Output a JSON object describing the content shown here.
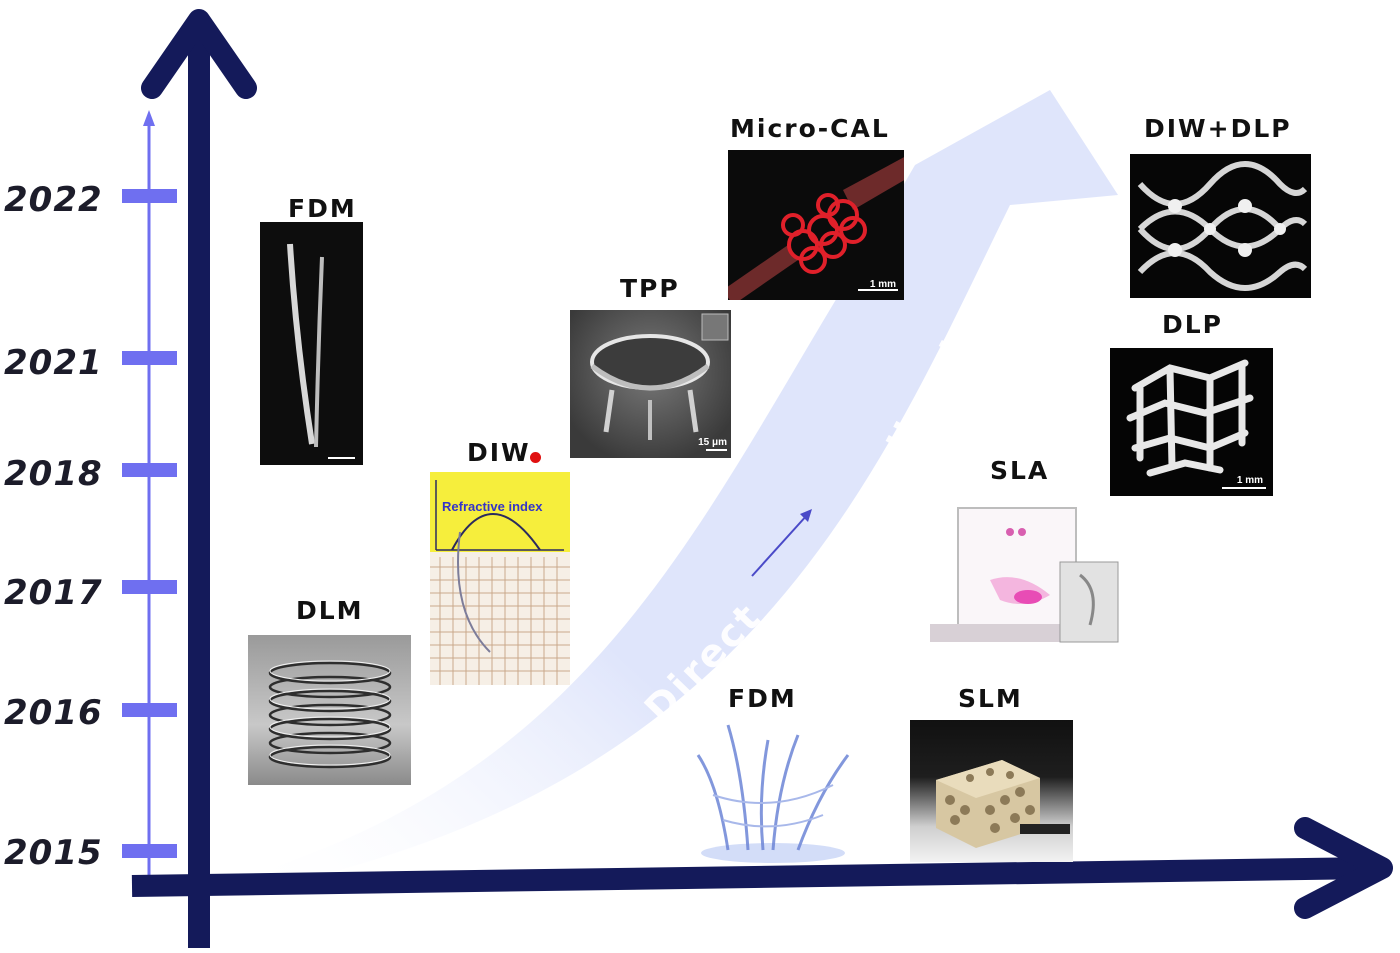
{
  "timeline": {
    "years": [
      "2022",
      "2021",
      "2018",
      "2017",
      "2016",
      "2015"
    ]
  },
  "trend": {
    "direct_label": "Direct",
    "indirect_label": "Indirect"
  },
  "techniques": {
    "fdm_top": {
      "label": "FDM"
    },
    "dlm": {
      "label": "DLM"
    },
    "diw": {
      "label": "DIW",
      "chart_caption": "Refractive index"
    },
    "tpp": {
      "label": "TPP",
      "scale": "15 μm"
    },
    "micro_cal": {
      "label": "Micro-CAL",
      "scale": "1 mm"
    },
    "fdm_bottom": {
      "label": "FDM"
    },
    "slm": {
      "label": "SLM"
    },
    "sla": {
      "label": "SLA"
    },
    "dlp": {
      "label": "DLP",
      "scale": "1 mm"
    },
    "diw_dlp": {
      "label": "DIW+DLP"
    }
  },
  "colors": {
    "main_axis": "#141a5a",
    "timeline_axis": "#6f6ff0",
    "trend_band": "#dfe5fb",
    "diw_dot": "#e01010"
  }
}
